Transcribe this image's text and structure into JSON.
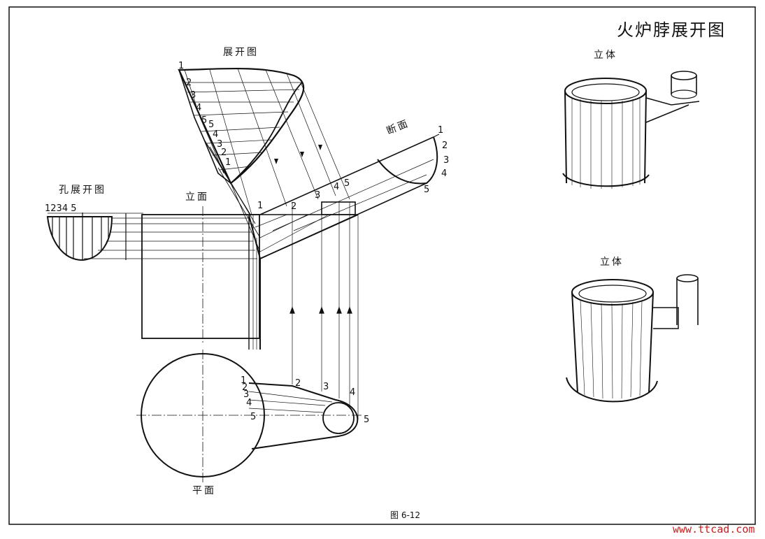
{
  "title": "火炉脖展开图",
  "views": {
    "development": "展开图",
    "section": "断面",
    "hole_development": "孔展开图",
    "elevation": "立面",
    "plan": "平面",
    "iso_top": "立体",
    "iso_bottom": "立体"
  },
  "numbers": {
    "hole_row": "1234 5",
    "elevation": [
      "1",
      "2",
      "3",
      "4",
      "5"
    ],
    "section": [
      "1",
      "2",
      "3",
      "4",
      "5"
    ],
    "development_left": [
      "1",
      "2",
      "3",
      "4",
      "5"
    ],
    "development_right": [
      "1",
      "2",
      "3",
      "4",
      "5"
    ],
    "plan_top": [
      "2",
      "3",
      "4"
    ],
    "plan_side": [
      "1",
      "2",
      "3",
      "4",
      "5"
    ],
    "plan_right": "5"
  },
  "caption": "图 6-12",
  "watermark": "www.ttcad.com",
  "colors": {
    "ink": "#111111",
    "paper": "#ffffff",
    "watermark": "#d21a1a"
  }
}
